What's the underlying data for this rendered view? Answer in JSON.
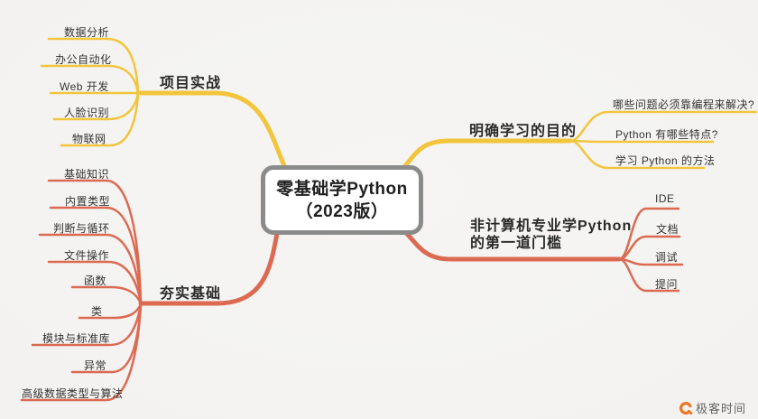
{
  "colors": {
    "yellow": "#f2c53d",
    "red": "#dc6a52",
    "border_gray": "#8b8b8b",
    "text_dark": "#2a2a2a",
    "bg": "#f4f3f1",
    "logo_orange": "#ee7623",
    "watermark_gray": "#636363"
  },
  "central": {
    "title_line1": "零基础学Python",
    "title_line2": "（2023版）"
  },
  "branches": [
    {
      "id": "project-practice",
      "label": "项目实战",
      "color": "yellow",
      "children": [
        "数据分析",
        "办公自动化",
        "Web 开发",
        "人脸识别",
        "物联网"
      ]
    },
    {
      "id": "solid-foundation",
      "label": "夯实基础",
      "color": "red",
      "children": [
        "基础知识",
        "内置类型",
        "判断与循环",
        "文件操作",
        "函数",
        "类",
        "模块与标准库",
        "异常",
        "高级数据类型与算法"
      ]
    },
    {
      "id": "learning-goal",
      "label": "明确学习的目的",
      "color": "yellow",
      "children": [
        "哪些问题必须靠编程来解决?",
        "Python 有哪些特点?",
        "学习 Python 的方法"
      ]
    },
    {
      "id": "first-threshold",
      "label_line1": "非计算机专业学Python",
      "label_line2": "的第一道门槛",
      "color": "red",
      "children": [
        "IDE",
        "文档",
        "调试",
        "提问"
      ]
    }
  ],
  "watermark": {
    "brand": "极客时间",
    "icon": "geektime-ring-icon"
  }
}
